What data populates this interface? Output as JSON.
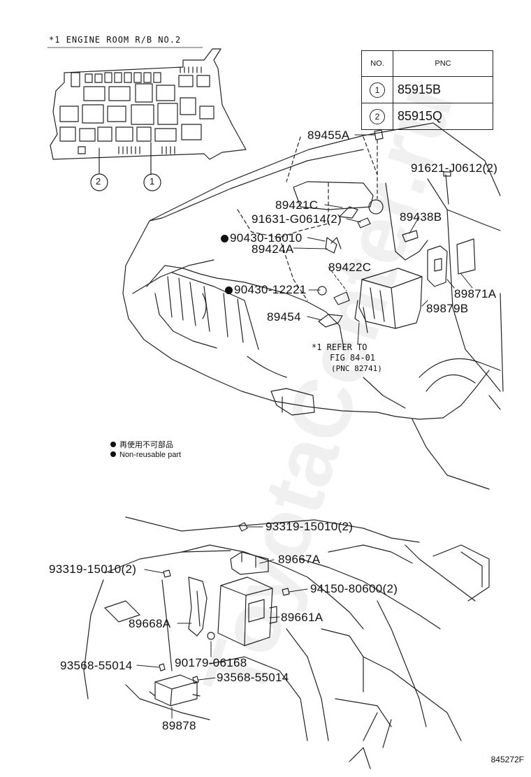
{
  "inset": {
    "title": "*1 ENGINE ROOM R/B NO.2",
    "callout_1": "1",
    "callout_2": "2"
  },
  "pnc_table": {
    "header_no": "NO.",
    "header_pnc": "PNC",
    "rows": [
      {
        "no": "1",
        "pnc": "85915B"
      },
      {
        "no": "2",
        "pnc": "85915Q"
      }
    ]
  },
  "parts": {
    "p89455A": "89455A",
    "p91621": "91621-J0612(2)",
    "p89421C": "89421C",
    "p91631": "91631-G0614(2)",
    "p89438B": "89438B",
    "p90430_16010": "90430-16010",
    "p89424A": "89424A",
    "p89422C": "89422C",
    "p90430_12221": "90430-12221",
    "p89871A": "89871A",
    "p89879B": "89879B",
    "p89454": "89454",
    "p93319_top": "93319-15010(2)",
    "p89667A": "89667A",
    "p93319_left": "93319-15010(2)",
    "p94150": "94150-80600(2)",
    "p89661A": "89661A",
    "p89668A": "89668A",
    "p90179": "90179-06168",
    "p93568_left": "93568-55014",
    "p93568_right": "93568-55014",
    "p89878": "89878"
  },
  "refer_note": {
    "line1": "*1 REFER TO",
    "line2": "FIG 84-01",
    "line3": "(PNC 82741)"
  },
  "legend": {
    "jp": "再使用不可部品",
    "en": "Non-reusable part"
  },
  "watermark": "ToyotaCenter.ru",
  "figure_id": "845272F"
}
